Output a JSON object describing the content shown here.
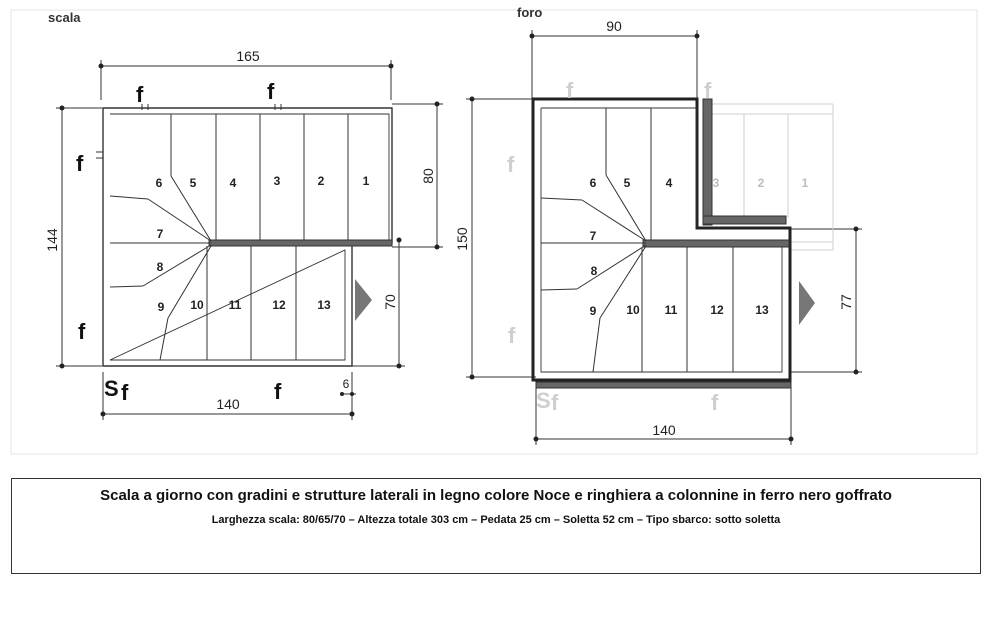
{
  "plans": {
    "left_title": "scala",
    "right_title": "foro",
    "left": {
      "dim_top": "165",
      "dim_left": "144",
      "dim_right_top": "80",
      "dim_right_bottom": "70",
      "dim_bottom": "140",
      "dim_small": "6",
      "step_numbers": [
        "1",
        "2",
        "3",
        "4",
        "5",
        "6",
        "7",
        "8",
        "9",
        "10",
        "11",
        "12",
        "13"
      ],
      "mark_f": "f",
      "mark_s": "S"
    },
    "right": {
      "dim_top": "90",
      "dim_left": "150",
      "dim_right": "77",
      "dim_bottom": "140",
      "step_numbers": [
        "1",
        "2",
        "3",
        "4",
        "5",
        "6",
        "7",
        "8",
        "9",
        "10",
        "11",
        "12",
        "13"
      ],
      "mark_f": "f",
      "mark_s": "S"
    }
  },
  "caption": {
    "title": "Scala a giorno con gradini e strutture laterali in legno colore Noce e ringhiera a colonnine in ferro nero goffrato",
    "details": "Larghezza scala: 80/65/70 – Altezza totale 303 cm – Pedata 25 cm – Soletta 52 cm – Tipo sbarco: sotto soletta"
  }
}
